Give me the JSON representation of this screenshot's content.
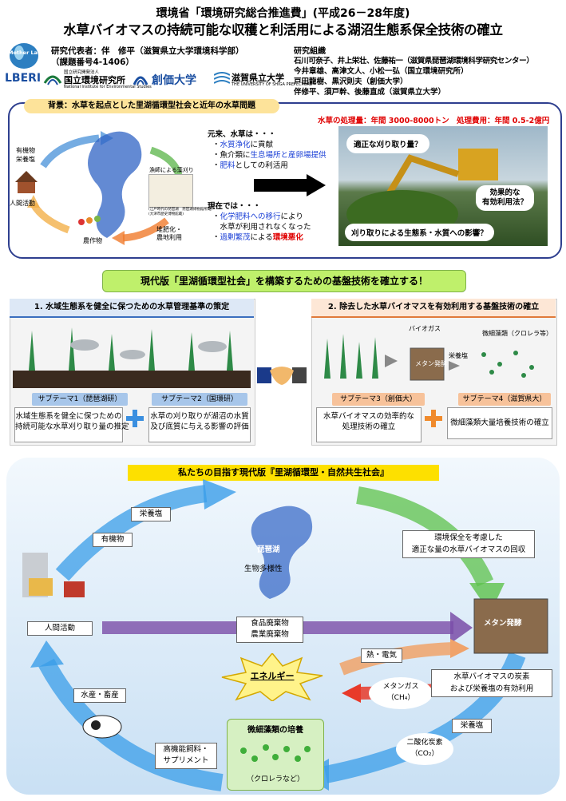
{
  "header": {
    "line1": "環境省「環境研究総合推進費」(平成26－28年度)",
    "title": "水草バイオマスの持続可能な収穫と利活用による湖沼生態系保全技術の確立",
    "rep": "研究代表者：伴　修平（滋賀県立大学環境科学部）",
    "project_no": "（課題番号4-1406）",
    "org_heading": "研究組織",
    "org_lines": [
      "石川可奈子、井上栄壮、佐藤祐一（滋賀県琵琶湖環境科学研究センター）",
      "今井章雄、高津文人、小松一弘（国立環境研究所）",
      "戸田龍樹、黒沢則夫（創価大学）",
      "伴修平、須戸幹、後藤直成（滋賀県立大学）"
    ],
    "logos": {
      "mother_lake": "Mother Lake",
      "lberi": "LBERI",
      "nies_small": "国立研究開発法人",
      "nies_name": "国立環境研究所",
      "nies_en": "National Institute for Environmental Studies",
      "soka": "創価大学",
      "usp": "滋賀県立大学",
      "usp_en": "THE UNIVERSITY OF SHIGA PREFECTURE"
    }
  },
  "background": {
    "label": "背景：水草を起点とした里湖循環型社会と近年の水草問題",
    "cycle": {
      "nutrients": "有機物\n栄養塩",
      "human": "人間活動",
      "crops": "農作物",
      "compost": "堆肥化・\n農地利用",
      "harvest": "漁師による藻刈り",
      "photo_caption": "(江戸時代の琵琶湖　琵琶湖博物館所蔵)\n(大津市歴史博物館蔵)"
    },
    "origin_heading": "元来、水草は・・・",
    "origin_items": [
      {
        "pre": "・",
        "hl": "水質浄化",
        "post": "に貢献"
      },
      {
        "pre": "・魚介類に",
        "hl": "生息場所と産卵場提供",
        "post": ""
      },
      {
        "pre": "・",
        "hl": "肥料",
        "post": "としての利活用"
      }
    ],
    "now_heading": "現在では・・・",
    "now_items": [
      {
        "pre": "・",
        "hl": "化学肥料への移行",
        "post": "により"
      },
      {
        "pre": "　水草が利用されなくなった",
        "hl": "",
        "post": ""
      },
      {
        "pre": "・",
        "hl": "過剰繁茂",
        "post": "による",
        "hl2": "環境悪化"
      }
    ],
    "stats_amount": "水草の処理量：年間 3000-8000トン",
    "stats_cost": "処理費用：年間 0.5-2億円",
    "bubble1": "適正な刈り取り量？",
    "bubble2": "効果的な\n有効利用法？",
    "bubble3": "刈り取りによる生態系・水質への影響？"
  },
  "banner": "現代版「里湖循環型社会」を構築するための基盤技術を確立する！",
  "panel1": {
    "heading": "1. 水域生態系を健全に保つための水草管理基準の策定",
    "sub1_tag": "サブテーマ1（琵琶湖研）",
    "sub1_text": "水域生態系を健全に保つための\n持続可能な水草刈り取り量の推定",
    "sub2_tag": "サブテーマ2（国環研）",
    "sub2_text": "水草の刈り取りが湖沼の水質\n及び底質に与える影響の評価"
  },
  "panel2": {
    "heading": "2. 除去した水草バイオマスを有効利用する基盤技術の確立",
    "biogas": "バイオガス",
    "methane": "メタン発酵",
    "nutrient": "栄養塩",
    "algae": "微細藻類（クロレラ等）",
    "sub3_tag": "サブテーマ3（創価大）",
    "sub3_text": "水草バイオマスの効率的な\n処理技術の確立",
    "sub4_tag": "サブテーマ4（滋賀県大）",
    "sub4_text": "微細藻類大量培養技術の確立"
  },
  "vision": {
    "title": "私たちの目指す現代版『里湖循環型・自然共生社会』",
    "eiyouen_top": "栄養塩",
    "yukibutsu": "有機物",
    "biwako": "琵琶湖",
    "biodiversity": "生物多様性",
    "recovery": "環境保全を考慮した\n適正な量の水草バイオマスの回収",
    "human": "人間活動",
    "waste": "食品廃棄物\n農業廃棄物",
    "methane": "メタン発酵",
    "heat": "熱・電気",
    "energy": "エネルギー",
    "methane_gas": "メタンガス\n（CH₄）",
    "carbon": "水草バイオマスの炭素\nおよび栄養塩の有効利用",
    "eiyouen_right": "栄養塩",
    "co2": "二酸化炭素\n（CO₂）",
    "fishery": "水産・畜産",
    "feed": "高機能飼料・\nサプリメント",
    "algae_culture": "微細藻類の培養",
    "chlorella": "（クロレラなど）"
  }
}
